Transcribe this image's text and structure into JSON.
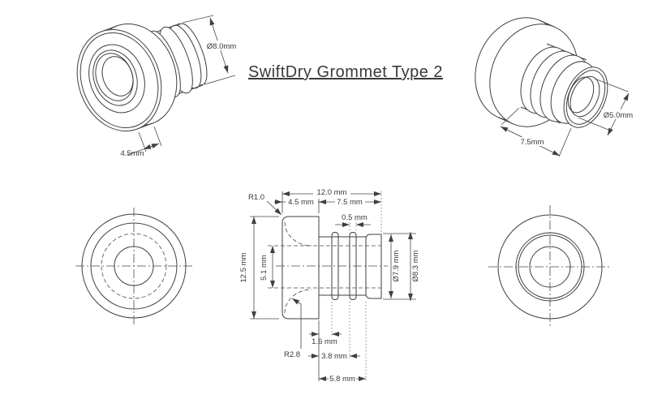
{
  "title": "SwiftDry Grommet Type 2",
  "colors": {
    "line": "#3f3f3f",
    "text": "#383838",
    "background": "#ffffff"
  },
  "views": {
    "iso_left": {
      "dims": {
        "barrel_diameter": "Ø8.0mm",
        "flange_thickness": "4.5mm"
      }
    },
    "iso_right": {
      "dims": {
        "hole_diameter": "Ø5.0mm",
        "barrel_length": "7.5mm"
      }
    },
    "section": {
      "dims": {
        "overall_length": "12.0 mm",
        "flange_thickness": "4.5 mm",
        "barrel_length": "7.5 mm",
        "rib_width": "0.5 mm",
        "flange_diameter": "12.5 mm",
        "bore_diameter": "5.1 mm",
        "collar_diameter": "Ø7.9 mm",
        "rib_diameter": "Ø8.3 mm",
        "fillet_top": "R1.0",
        "fillet_bottom": "R2.8",
        "rib1_offset": "1.6 mm",
        "rib2_offset": "3.8 mm",
        "collar_offset": "5.8 mm"
      }
    }
  }
}
